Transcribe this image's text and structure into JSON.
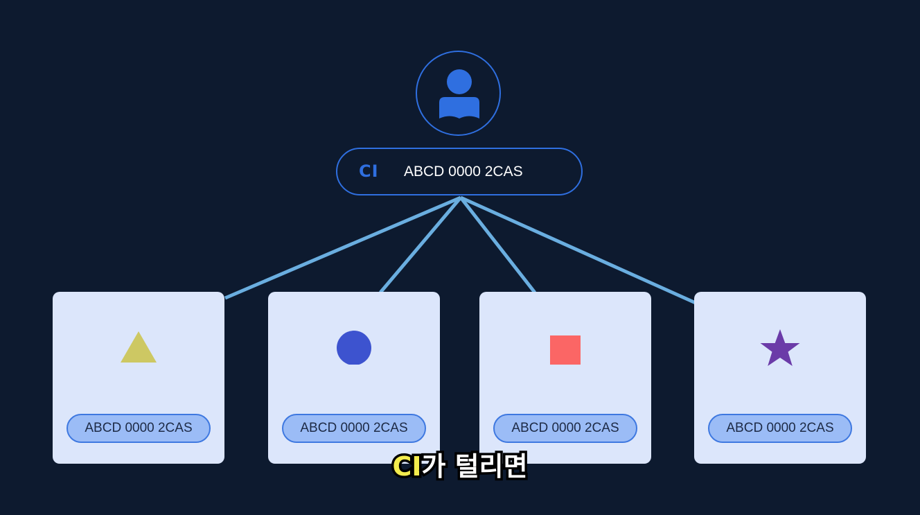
{
  "top": {
    "ci_label": "CI",
    "ci_value": "ABCD 0000 2CAS",
    "avatar_icon": "user-icon",
    "accent_color": "#2f6fe0"
  },
  "cards": [
    {
      "shape": "triangle",
      "icon": "triangle-icon",
      "color": "#cdc863",
      "label": "ABCD 0000 2CAS"
    },
    {
      "shape": "circle",
      "icon": "circle-icon",
      "color": "#3d53cf",
      "label": "ABCD 0000 2CAS"
    },
    {
      "shape": "square",
      "icon": "square-icon",
      "color": "#fb6665",
      "label": "ABCD 0000 2CAS"
    },
    {
      "shape": "star",
      "icon": "star-icon",
      "color": "#6b3ba8",
      "label": "ABCD 0000 2CAS"
    }
  ],
  "caption": {
    "highlight": "CI",
    "rest": "가 털리면",
    "highlight_color": "#f3ec4d"
  },
  "connector_color": "#6aaee0"
}
